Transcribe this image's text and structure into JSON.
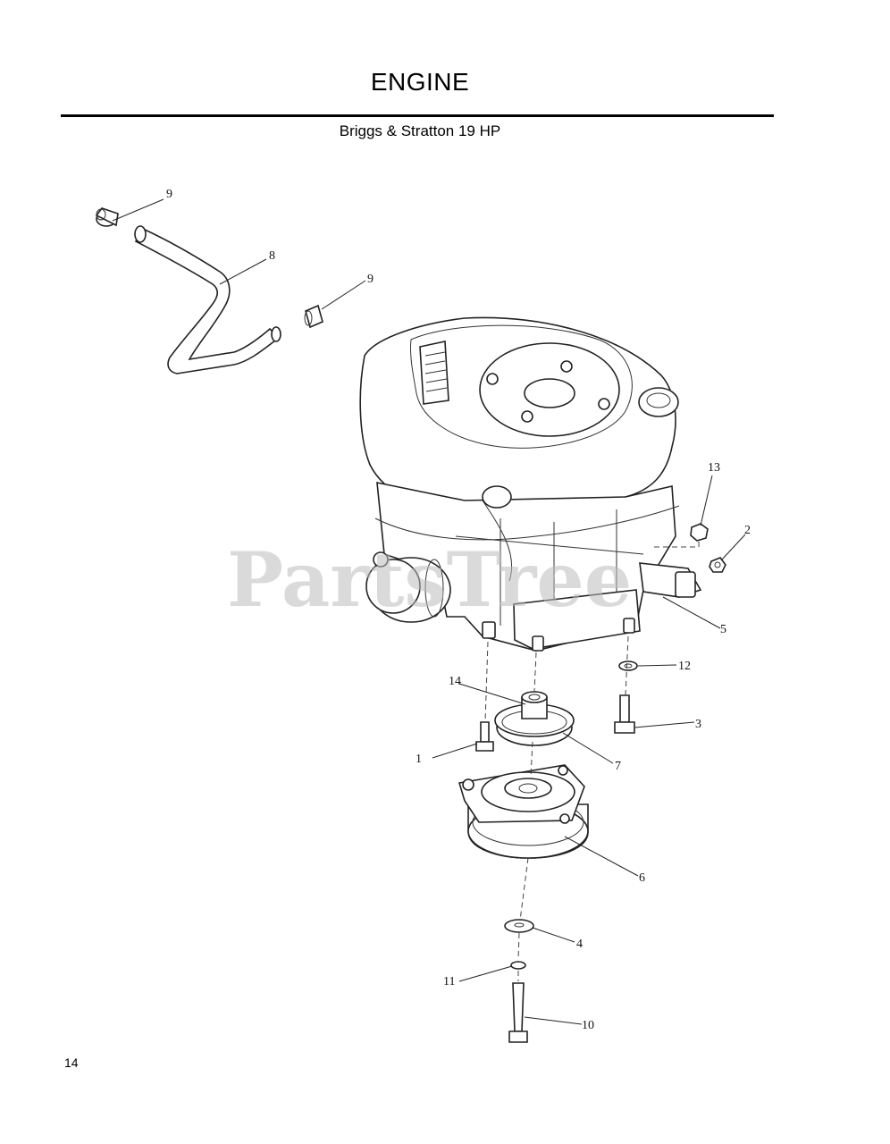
{
  "page": {
    "title": "ENGINE",
    "subtitle": "Briggs & Stratton 19 HP",
    "page_number": "14",
    "watermark": "PartsTree"
  },
  "callouts": {
    "c1": "1",
    "c2": "2",
    "c3": "3",
    "c4": "4",
    "c5": "5",
    "c6": "6",
    "c7": "7",
    "c8": "8",
    "c9a": "9",
    "c9b": "9",
    "c10": "10",
    "c11": "11",
    "c12": "12",
    "c13": "13",
    "c14": "14"
  }
}
